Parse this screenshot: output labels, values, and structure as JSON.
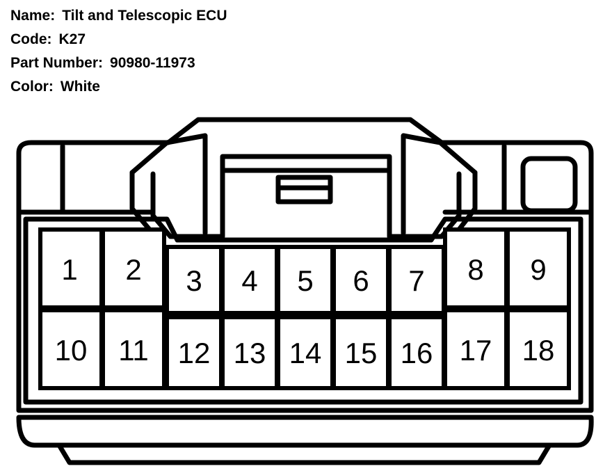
{
  "connector": {
    "name_label": "Name:",
    "name_value": "Tilt and Telescopic ECU",
    "code_label": "Code:",
    "code_value": "K27",
    "part_label": "Part Number:",
    "part_value": "90980-11973",
    "color_label": "Color:",
    "color_value": "White"
  },
  "pins": {
    "row1": [
      "1",
      "2",
      "3",
      "4",
      "5",
      "6",
      "7",
      "8",
      "9"
    ],
    "row2": [
      "10",
      "11",
      "12",
      "13",
      "14",
      "15",
      "16",
      "17",
      "18"
    ]
  },
  "colors": {
    "line": "#000000",
    "background": "#ffffff"
  }
}
